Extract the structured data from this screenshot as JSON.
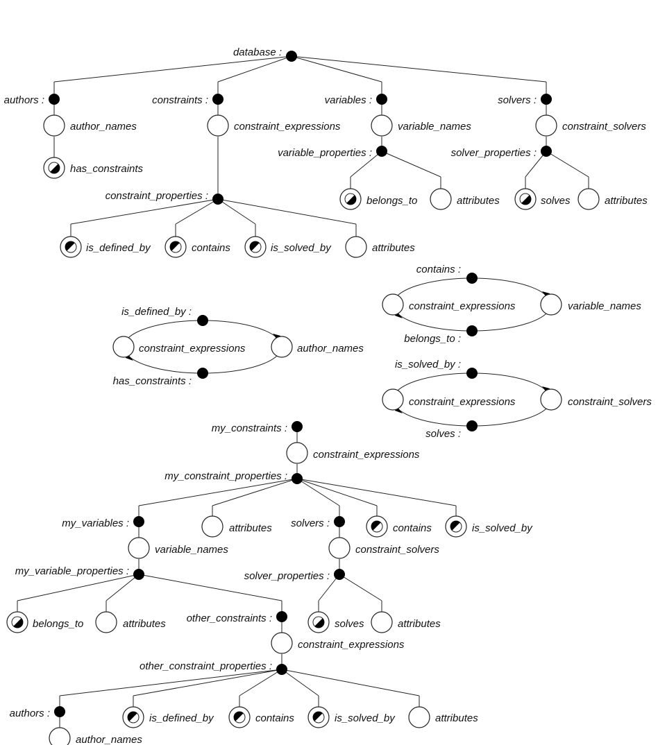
{
  "trees": {
    "database": {
      "database": "database :",
      "authors": "authors :",
      "author_names": "author_names",
      "has_constraints": "has_constraints",
      "constraints": "constraints :",
      "constraint_expressions": "constraint_expressions",
      "constraint_properties": "constraint_properties :",
      "is_defined_by": "is_defined_by",
      "contains": "contains",
      "is_solved_by": "is_solved_by",
      "cp_attributes": "attributes",
      "variables": "variables :",
      "variable_names": "variable_names",
      "variable_properties": "variable_properties :",
      "belongs_to": "belongs_to",
      "vp_attributes": "attributes",
      "solvers": "solvers :",
      "constraint_solvers": "constraint_solvers",
      "solver_properties": "solver_properties :",
      "solves": "solves",
      "sp_attributes": "attributes"
    },
    "relationships": {
      "r1_top": "is_defined_by :",
      "r1_bottom": "has_constraints :",
      "r1_left": "constraint_expressions",
      "r1_right": "author_names",
      "r2_top": "contains :",
      "r2_bottom": "belongs_to :",
      "r2_left": "constraint_expressions",
      "r2_right": "variable_names",
      "r3_top": "is_solved_by :",
      "r3_bottom": "solves :",
      "r3_left": "constraint_expressions",
      "r3_right": "constraint_solvers"
    },
    "my_constraints": {
      "my_constraints": "my_constraints :",
      "constraint_expressions": "constraint_expressions",
      "my_constraint_properties": "my_constraint_properties :",
      "my_variables": "my_variables :",
      "variable_names": "variable_names",
      "my_variable_properties": "my_variable_properties :",
      "belongs_to": "belongs_to",
      "mvp_attributes": "attributes",
      "mcp_attributes": "attributes",
      "solvers": "solvers :",
      "constraint_solvers": "constraint_solvers",
      "solver_properties": "solver_properties :",
      "solves": "solves",
      "sp_attributes": "attributes",
      "contains": "contains",
      "is_solved_by": "is_solved_by",
      "other_constraints": "other_constraints :",
      "oc_constraint_expressions": "constraint_expressions",
      "other_constraint_properties": "other_constraint_properties :",
      "authors": "authors :",
      "author_names": "author_names",
      "is_defined_by": "is_defined_by",
      "oc_contains": "contains",
      "oc_is_solved_by": "is_solved_by",
      "ocp_attributes": "attributes"
    }
  }
}
